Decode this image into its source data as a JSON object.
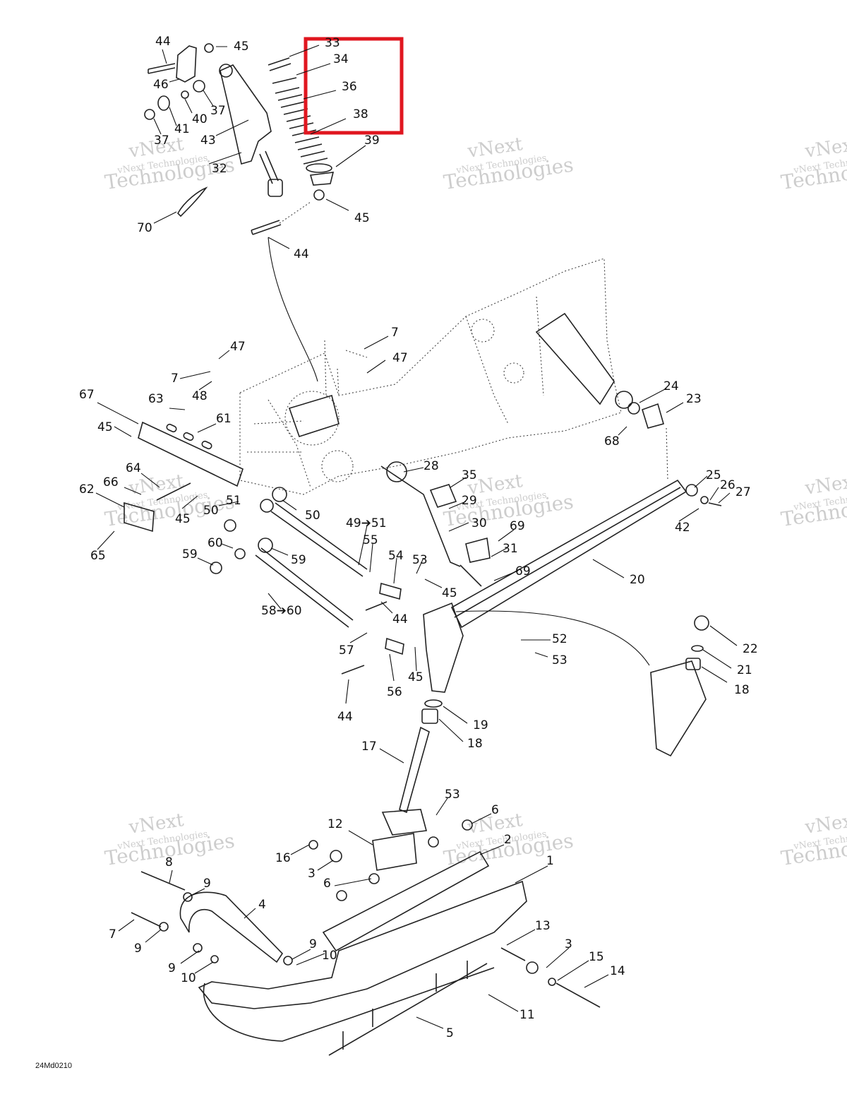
{
  "diagram": {
    "drawing_code": "24Md0210",
    "watermark_line1": "vNext Technologies",
    "watermark_line2": "Technologies",
    "watermark_overlay": "vNext",
    "highlight_color": "#e0161f",
    "callouts": [
      {
        "id": "c44a",
        "text": "44"
      },
      {
        "id": "c45a",
        "text": "45"
      },
      {
        "id": "c46",
        "text": "46"
      },
      {
        "id": "c37a",
        "text": "37"
      },
      {
        "id": "c40",
        "text": "40"
      },
      {
        "id": "c41",
        "text": "41"
      },
      {
        "id": "c37b",
        "text": "37"
      },
      {
        "id": "c43",
        "text": "43"
      },
      {
        "id": "c32",
        "text": "32"
      },
      {
        "id": "c33",
        "text": "33"
      },
      {
        "id": "c34",
        "text": "34"
      },
      {
        "id": "c36",
        "text": "36"
      },
      {
        "id": "c38",
        "text": "38"
      },
      {
        "id": "c39",
        "text": "39"
      },
      {
        "id": "c45b",
        "text": "45"
      },
      {
        "id": "c70",
        "text": "70"
      },
      {
        "id": "c44b",
        "text": "44"
      },
      {
        "id": "c7a",
        "text": "7"
      },
      {
        "id": "c47a",
        "text": "47"
      },
      {
        "id": "c47b",
        "text": "47"
      },
      {
        "id": "c7b",
        "text": "7"
      },
      {
        "id": "c48",
        "text": "48"
      },
      {
        "id": "c67",
        "text": "67"
      },
      {
        "id": "c63",
        "text": "63"
      },
      {
        "id": "c61",
        "text": "61"
      },
      {
        "id": "c45c",
        "text": "45"
      },
      {
        "id": "c64",
        "text": "64"
      },
      {
        "id": "c62",
        "text": "62"
      },
      {
        "id": "c66",
        "text": "66"
      },
      {
        "id": "c45d",
        "text": "45"
      },
      {
        "id": "c51",
        "text": "51"
      },
      {
        "id": "c50a",
        "text": "50"
      },
      {
        "id": "c50b",
        "text": "50"
      },
      {
        "id": "c65",
        "text": "65"
      },
      {
        "id": "c60",
        "text": "60"
      },
      {
        "id": "c59a",
        "text": "59"
      },
      {
        "id": "c59b",
        "text": "59"
      },
      {
        "id": "c4951",
        "text": "49➔51"
      },
      {
        "id": "c55",
        "text": "55"
      },
      {
        "id": "c54",
        "text": "54"
      },
      {
        "id": "c53a",
        "text": "53"
      },
      {
        "id": "c45e",
        "text": "45"
      },
      {
        "id": "c44c",
        "text": "44"
      },
      {
        "id": "c5860",
        "text": "58➔60"
      },
      {
        "id": "c57",
        "text": "57"
      },
      {
        "id": "c56",
        "text": "56"
      },
      {
        "id": "c45f",
        "text": "45"
      },
      {
        "id": "c44d",
        "text": "44"
      },
      {
        "id": "c28",
        "text": "28"
      },
      {
        "id": "c35",
        "text": "35"
      },
      {
        "id": "c29",
        "text": "29"
      },
      {
        "id": "c30",
        "text": "30"
      },
      {
        "id": "c69a",
        "text": "69"
      },
      {
        "id": "c31",
        "text": "31"
      },
      {
        "id": "c69b",
        "text": "69"
      },
      {
        "id": "c24",
        "text": "24"
      },
      {
        "id": "c23",
        "text": "23"
      },
      {
        "id": "c68",
        "text": "68"
      },
      {
        "id": "c25",
        "text": "25"
      },
      {
        "id": "c26",
        "text": "26"
      },
      {
        "id": "c27",
        "text": "27"
      },
      {
        "id": "c42",
        "text": "42"
      },
      {
        "id": "c20",
        "text": "20"
      },
      {
        "id": "c52",
        "text": "52"
      },
      {
        "id": "c53b",
        "text": "53"
      },
      {
        "id": "c22",
        "text": "22"
      },
      {
        "id": "c21",
        "text": "21"
      },
      {
        "id": "c18a",
        "text": "18"
      },
      {
        "id": "c19",
        "text": "19"
      },
      {
        "id": "c18b",
        "text": "18"
      },
      {
        "id": "c17",
        "text": "17"
      },
      {
        "id": "c53c",
        "text": "53"
      },
      {
        "id": "c6a",
        "text": "6"
      },
      {
        "id": "c12",
        "text": "12"
      },
      {
        "id": "c2",
        "text": "2"
      },
      {
        "id": "c16",
        "text": "16"
      },
      {
        "id": "c3a",
        "text": "3"
      },
      {
        "id": "c6b",
        "text": "6"
      },
      {
        "id": "c1",
        "text": "1"
      },
      {
        "id": "c8",
        "text": "8"
      },
      {
        "id": "c9a",
        "text": "9"
      },
      {
        "id": "c4",
        "text": "4"
      },
      {
        "id": "c7c",
        "text": "7"
      },
      {
        "id": "c9b",
        "text": "9"
      },
      {
        "id": "c9c",
        "text": "9"
      },
      {
        "id": "c10a",
        "text": "10"
      },
      {
        "id": "c9d",
        "text": "9"
      },
      {
        "id": "c10b",
        "text": "10"
      },
      {
        "id": "c13",
        "text": "13"
      },
      {
        "id": "c3b",
        "text": "3"
      },
      {
        "id": "c15",
        "text": "15"
      },
      {
        "id": "c14",
        "text": "14"
      },
      {
        "id": "c11",
        "text": "11"
      },
      {
        "id": "c5",
        "text": "5"
      }
    ]
  }
}
